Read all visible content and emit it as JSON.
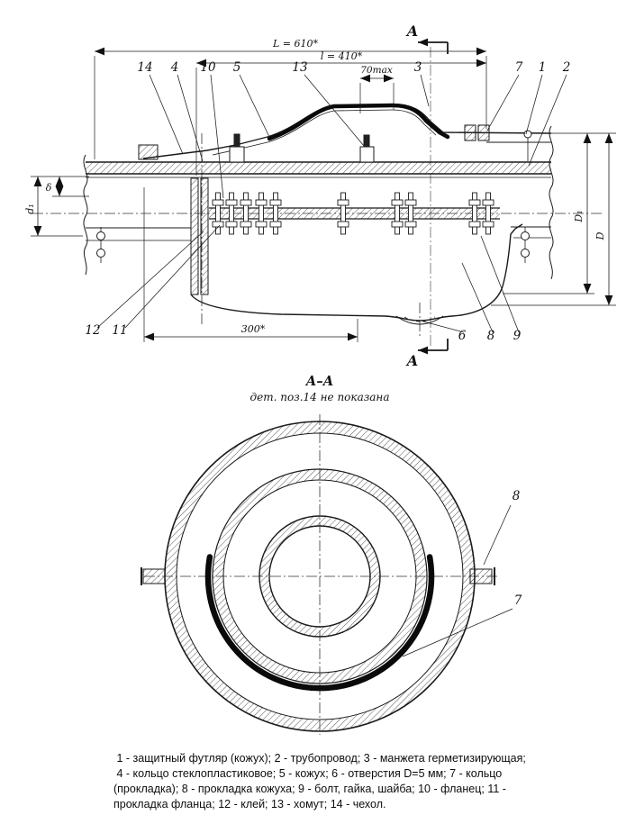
{
  "cut": {
    "letter": "А"
  },
  "dims": {
    "L": "L = 610*",
    "l": "l = 410*",
    "max70": "70max",
    "s300": "300*",
    "delta": "δ",
    "d1": "d₁",
    "D1": "D₁",
    "D": "D"
  },
  "callouts": {
    "n1": "1",
    "n2": "2",
    "n3": "3",
    "n4": "4",
    "n5": "5",
    "n6": "6",
    "n7": "7",
    "n8": "8",
    "n9": "9",
    "n10": "10",
    "n11": "11",
    "n12": "12",
    "n13": "13",
    "n14": "14"
  },
  "section_view": {
    "title": "А–А",
    "note": "дет. поз.14 не показана",
    "callout_casing_gasket": "8",
    "callout_ring_gasket": "7"
  },
  "legend": {
    "line1": " 1 - защитный футляр (кожух); 2 - трубопровод; 3 - манжета герметизирующая;",
    "line2": " 4 - кольцо стеклопластиковое; 5 - кожух; 6 - отверстия D=5 мм; 7 - кольцо",
    "line3": "(прокладка); 8 - прокладка кожуха; 9 - болт, гайка, шайба; 10 - фланец; 11 -",
    "line4": "прокладка фланца; 12 - клей; 13 - хомут; 14 - чехол."
  },
  "colors": {
    "ink": "#1a1a1a",
    "paper": "#ffffff"
  }
}
